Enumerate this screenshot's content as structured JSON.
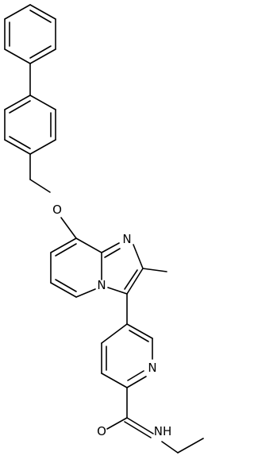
{
  "molecule": {
    "atom_labels": {
      "ether_oxygen": "O",
      "imidazole_nitrogen": "N",
      "bridgehead_nitrogen": "N",
      "pyridine_nitrogen": "N",
      "carbonyl_oxygen": "O",
      "amide_nitrogen_hydrogen": "NH"
    },
    "colors": {
      "ink": "#000000",
      "background": "#ffffff"
    }
  }
}
